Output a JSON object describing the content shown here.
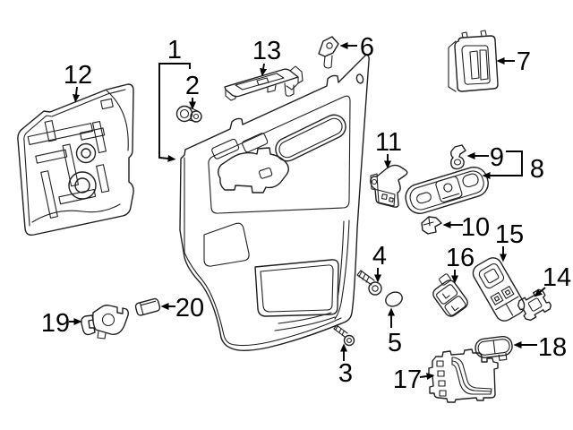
{
  "colors": {
    "background": "#ffffff",
    "line": "#1f1f1f",
    "label": "#000000"
  },
  "callouts": [
    {
      "label": "1"
    },
    {
      "label": "2"
    },
    {
      "label": "3"
    },
    {
      "label": "4"
    },
    {
      "label": "5"
    },
    {
      "label": "6"
    },
    {
      "label": "7"
    },
    {
      "label": "8"
    },
    {
      "label": "9"
    },
    {
      "label": "10"
    },
    {
      "label": "11"
    },
    {
      "label": "12"
    },
    {
      "label": "13"
    },
    {
      "label": "14"
    },
    {
      "label": "15"
    },
    {
      "label": "16"
    },
    {
      "label": "17"
    },
    {
      "label": "18"
    },
    {
      "label": "19"
    },
    {
      "label": "20"
    }
  ]
}
